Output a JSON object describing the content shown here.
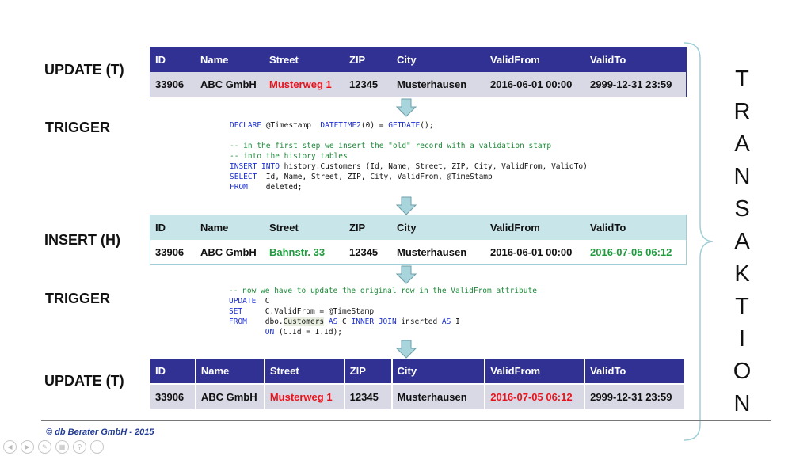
{
  "labels": {
    "update_t_1": "UPDATE (T)",
    "trigger_1": "TRIGGER",
    "insert_h": "INSERT (H)",
    "trigger_2": "TRIGGER",
    "update_t_2": "UPDATE (T)"
  },
  "columns": [
    "ID",
    "Name",
    "Street",
    "ZIP",
    "City",
    "ValidFrom",
    "ValidTo"
  ],
  "table1": {
    "row": [
      "33906",
      "ABC GmbH",
      "Musterweg 1",
      "12345",
      "Musterhausen",
      "2016-06-01 00:00",
      "2999-12-31 23:59"
    ]
  },
  "table2": {
    "row": [
      "33906",
      "ABC GmbH",
      "Bahnstr. 33",
      "12345",
      "Musterhausen",
      "2016-06-01 00:00",
      "2016-07-05 06:12"
    ]
  },
  "table3": {
    "row": [
      "33906",
      "ABC GmbH",
      "Musterweg 1",
      "12345",
      "Musterhausen",
      "2016-07-05 06:12",
      "2999-12-31 23:59"
    ]
  },
  "code1": {
    "l1a": "DECLARE",
    "l1b": " @Timestamp  ",
    "l1c": "DATETIME2",
    "l1d": "(0) = ",
    "l1e": "GETDATE",
    "l1f": "();",
    "c1": "-- in the first step we insert the \"old\" record with a validation stamp",
    "c2": "-- into the history tables",
    "l4a": "INSERT INTO",
    "l4b": " history.Customers (Id, Name, Street, ZIP, City, ValidFrom, ValidTo)",
    "l5a": "SELECT",
    "l5b": "  Id, Name, Street, ZIP, City, ValidFrom, @TimeStamp",
    "l6a": "FROM",
    "l6b": "    deleted;"
  },
  "code2": {
    "c1": "-- now we have to update the original row in the ValidFrom attribute",
    "l2a": "UPDATE",
    "l2b": "  C",
    "l3a": "SET",
    "l3b": "     C.ValidFrom = @TimeStamp",
    "l4a": "FROM",
    "l4b": "    dbo.",
    "l4c": "Customers",
    "l4d": " ",
    "l4e": "AS",
    "l4f": " C ",
    "l4g": "INNER JOIN",
    "l4h": " inserted ",
    "l4i": "AS",
    "l4j": " I",
    "l5a": "        ",
    "l5b": "ON",
    "l5c": " (C.Id = I.Id);"
  },
  "transaction_letters": [
    "T",
    "R",
    "A",
    "N",
    "S",
    "A",
    "K",
    "T",
    "I",
    "O",
    "N"
  ],
  "footer": "© db Berater GmbH - 2015",
  "colors": {
    "header_dark": "#303192",
    "header_light": "#c8e6ea",
    "red": "#e8141c",
    "green": "#1f9a3d",
    "arrow": "#a8d4dc"
  }
}
